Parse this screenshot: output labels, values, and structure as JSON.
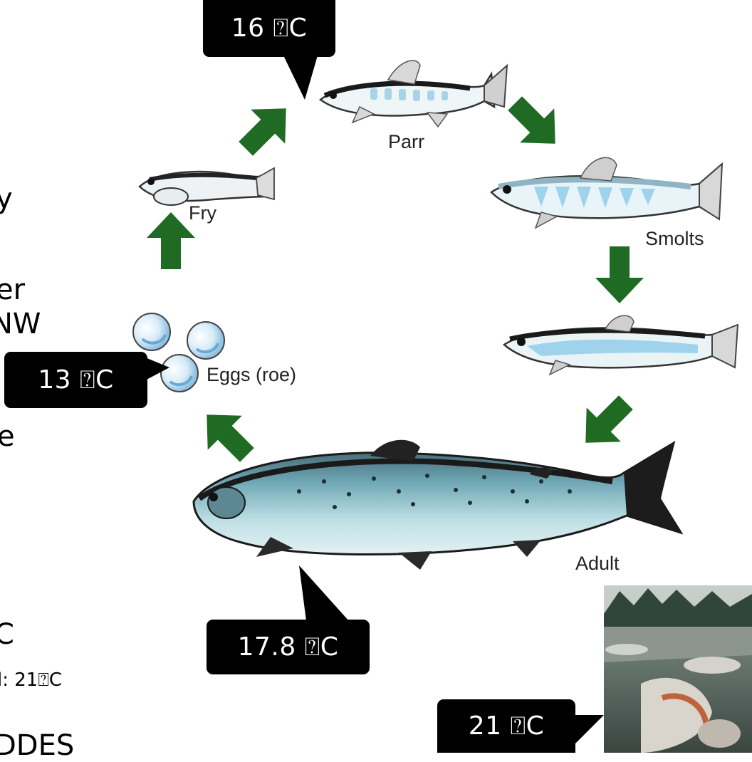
{
  "stages": {
    "parr": "Parr",
    "fry": "Fry",
    "smolts": "Smolts",
    "eggs": "Eggs (roe)",
    "adult": "Adult"
  },
  "callouts": {
    "parr_temp": "16 ⍰C",
    "eggs_temp": "13 ⍰C",
    "adult_temp": "17.8 ⍰C",
    "lethal_temp": "21 ⍰C"
  },
  "left_text": {
    "line1": "y",
    "line2": "er",
    "line3": "NW",
    "line4": "e",
    "line5": "C",
    "line6": "l: 21⍰C",
    "line7": "DDES"
  },
  "colors": {
    "arrow": "#1f6b24",
    "callout_bg": "#000000",
    "egg": "#b7daf0",
    "fish_blue": "#9fd3ec"
  }
}
